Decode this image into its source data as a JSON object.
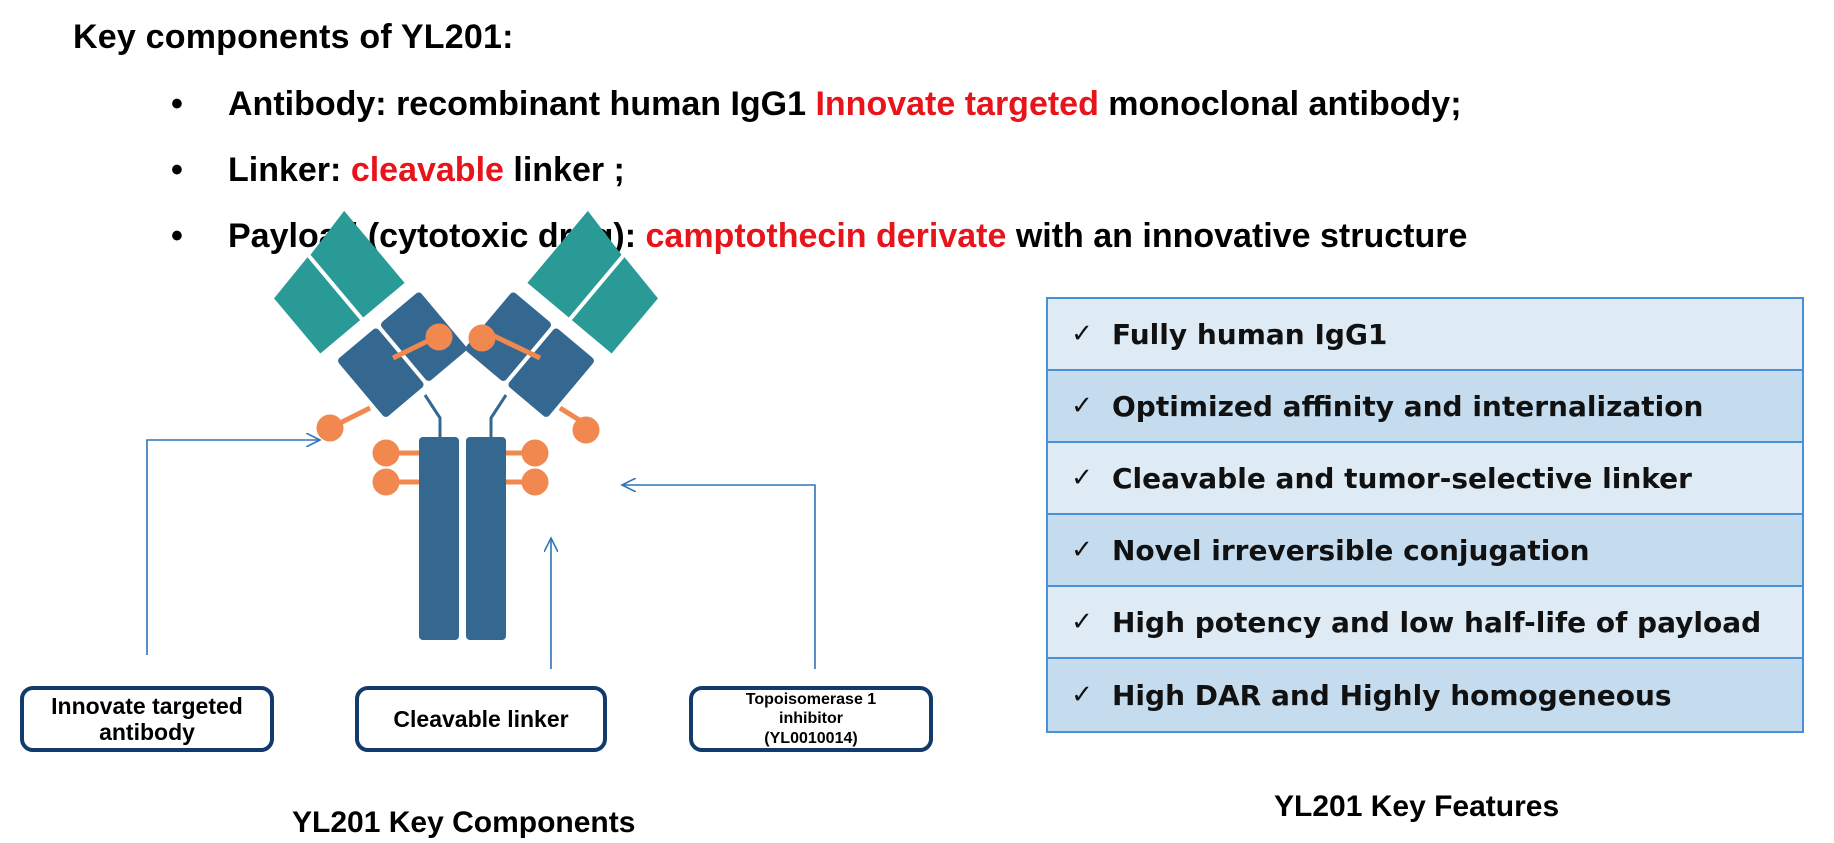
{
  "title": "Key components of YL201:",
  "bullets": [
    {
      "symbol": "•",
      "prefix": "Antibody: recombinant human IgG1 ",
      "highlight": "Innovate targeted",
      "suffix": "  monoclonal antibody;"
    },
    {
      "symbol": "•",
      "prefix": "Linker: ",
      "highlight": "cleavable",
      "suffix": " linker ;"
    },
    {
      "symbol": "•",
      "prefix": "Payload (cytotoxic drug): ",
      "highlight": "camptothecin derivate",
      "suffix": " with an innovative structure"
    }
  ],
  "components": {
    "boxes": [
      {
        "line1": "Innovate targeted",
        "line2": "antibody",
        "line3": ""
      },
      {
        "line1": "Cleavable linker",
        "line2": "",
        "line3": ""
      },
      {
        "line1": "Topoisomerase 1",
        "line2": "inhibitor",
        "line3": "(YL0010014)"
      }
    ],
    "caption": "YL201 Key Components"
  },
  "features": {
    "check_symbol": "✓",
    "items": [
      "Fully human IgG1",
      "Optimized affinity and internalization",
      "Cleavable and tumor-selective linker",
      "Novel irreversible conjugation",
      "High potency and low half-life of payload",
      "High DAR and Highly homogeneous"
    ],
    "caption": "YL201 Key Features"
  },
  "colors": {
    "highlight_red": "#e8141c",
    "antibody_teal": "#2a9a97",
    "antibody_blue": "#356891",
    "payload_orange": "#f0884f",
    "arrow_blue": "#2e75b6",
    "box_border": "#123a6b",
    "feature_border": "#4a90d4",
    "feature_light": "#deebf5",
    "feature_dark": "#c5dcee"
  }
}
